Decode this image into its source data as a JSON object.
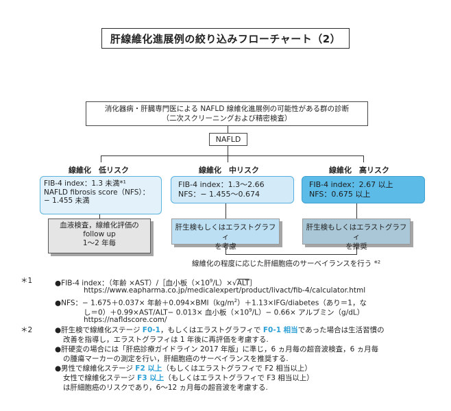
{
  "title": "肝線維化進展例の絞り込みフローチャート（2）",
  "top_box": {
    "line1": "消化器病・肝臓専門医による NAFLD 線維化進展例の可能性がある群の診断",
    "line2": "（二次スクリーニングおよび精密検査）"
  },
  "nafld_label": "NAFLD",
  "low": {
    "label": "線維化　低リスク",
    "line1": "FIB-4 index：1.3 未満*¹",
    "line2": "NAFLD fibrosis score（NFS）：",
    "line3": "− 1.455 未満",
    "action_line1": "血液検査，線維化評価の",
    "action_line2": "follow up",
    "action_line3": "1〜2 年毎"
  },
  "mid": {
    "label": "線維化　中リスク",
    "line1": "FIB-4 index：1.3〜2.66",
    "line2": "NFS：− 1.455〜0.674",
    "action_line1": "肝生検もしくはエラストグラフィ",
    "action_line2": "を考慮"
  },
  "high": {
    "label": "線維化　高リスク",
    "line1": "FIB-4 index：2.67 以上",
    "line2": "NFS：0.675 以上",
    "action_line1": "肝生検もしくはエラストグラフィ",
    "action_line2": "を推奨"
  },
  "surveillance": "線維化の程度に応じた肝細胞癌のサーベイランスを行う *²",
  "notes": {
    "n1_mark": "＊1",
    "n1_fib4_prefix": "●FIB-4 index：（年齢 ×AST）/［血小板（×10",
    "n1_fib4_exp": "9",
    "n1_fib4_mid": "/L）×√",
    "n1_fib4_alt": "ALT",
    "n1_fib4_end": "］",
    "n1_fib4_url": "https://www.eapharma.co.jp/medicalexpert/product/livact/fib-4/calculator.html",
    "n1_nfs_a": "●NFS：− 1.675＋0.037× 年齢＋0.094×BMI（kg/m",
    "n1_nfs_sup": "2",
    "n1_nfs_b": "）＋1.13×IFG/diabetes（あり＝1，な",
    "n1_nfs_c": "し＝0）＋0.99×AST/ALT− 0.013× 血小板（×10",
    "n1_nfs_sup2": "9",
    "n1_nfs_d": "/L）− 0.66× アルブミン（g/dL）",
    "n1_nfs_url": "https://nafldscore.com/",
    "n2_mark": "＊2",
    "n2_a_pre": "●肝生検で線維化ステージ ",
    "n2_a_hl1": "F0-1",
    "n2_a_mid": "，もしくはエラストグラフィで ",
    "n2_a_hl2": "F0-1 相当",
    "n2_a_post": "であった場合は生活習慣の",
    "n2_a_line2": "改善を指導し，エラストグラフィは 1 年後に再評価を考慮する.",
    "n2_b_line1": "●肝硬変の場合には「肝癌診療ガイドライン 2017 年版」に準じ，6 ヵ月毎の超音波検査，6 ヵ月毎",
    "n2_b_line2": "の腫瘍マーカーの測定を行い，肝細胞癌のサーベイランスを推奨する.",
    "n2_c_pre": "●男性で線維化ステージ ",
    "n2_c_hl": "F2 以上",
    "n2_c_post": "（もしくはエラストグラフィで F2 相当以上）",
    "n2_d_pre": "女性で線維化ステージ ",
    "n2_d_hl": "F3 以上",
    "n2_d_post": "（もしくはエラストグラフィで F3 相当以上）",
    "n2_e": "は肝細胞癌のリスクであり，6〜12 ヵ月毎の超音波を考慮する."
  }
}
